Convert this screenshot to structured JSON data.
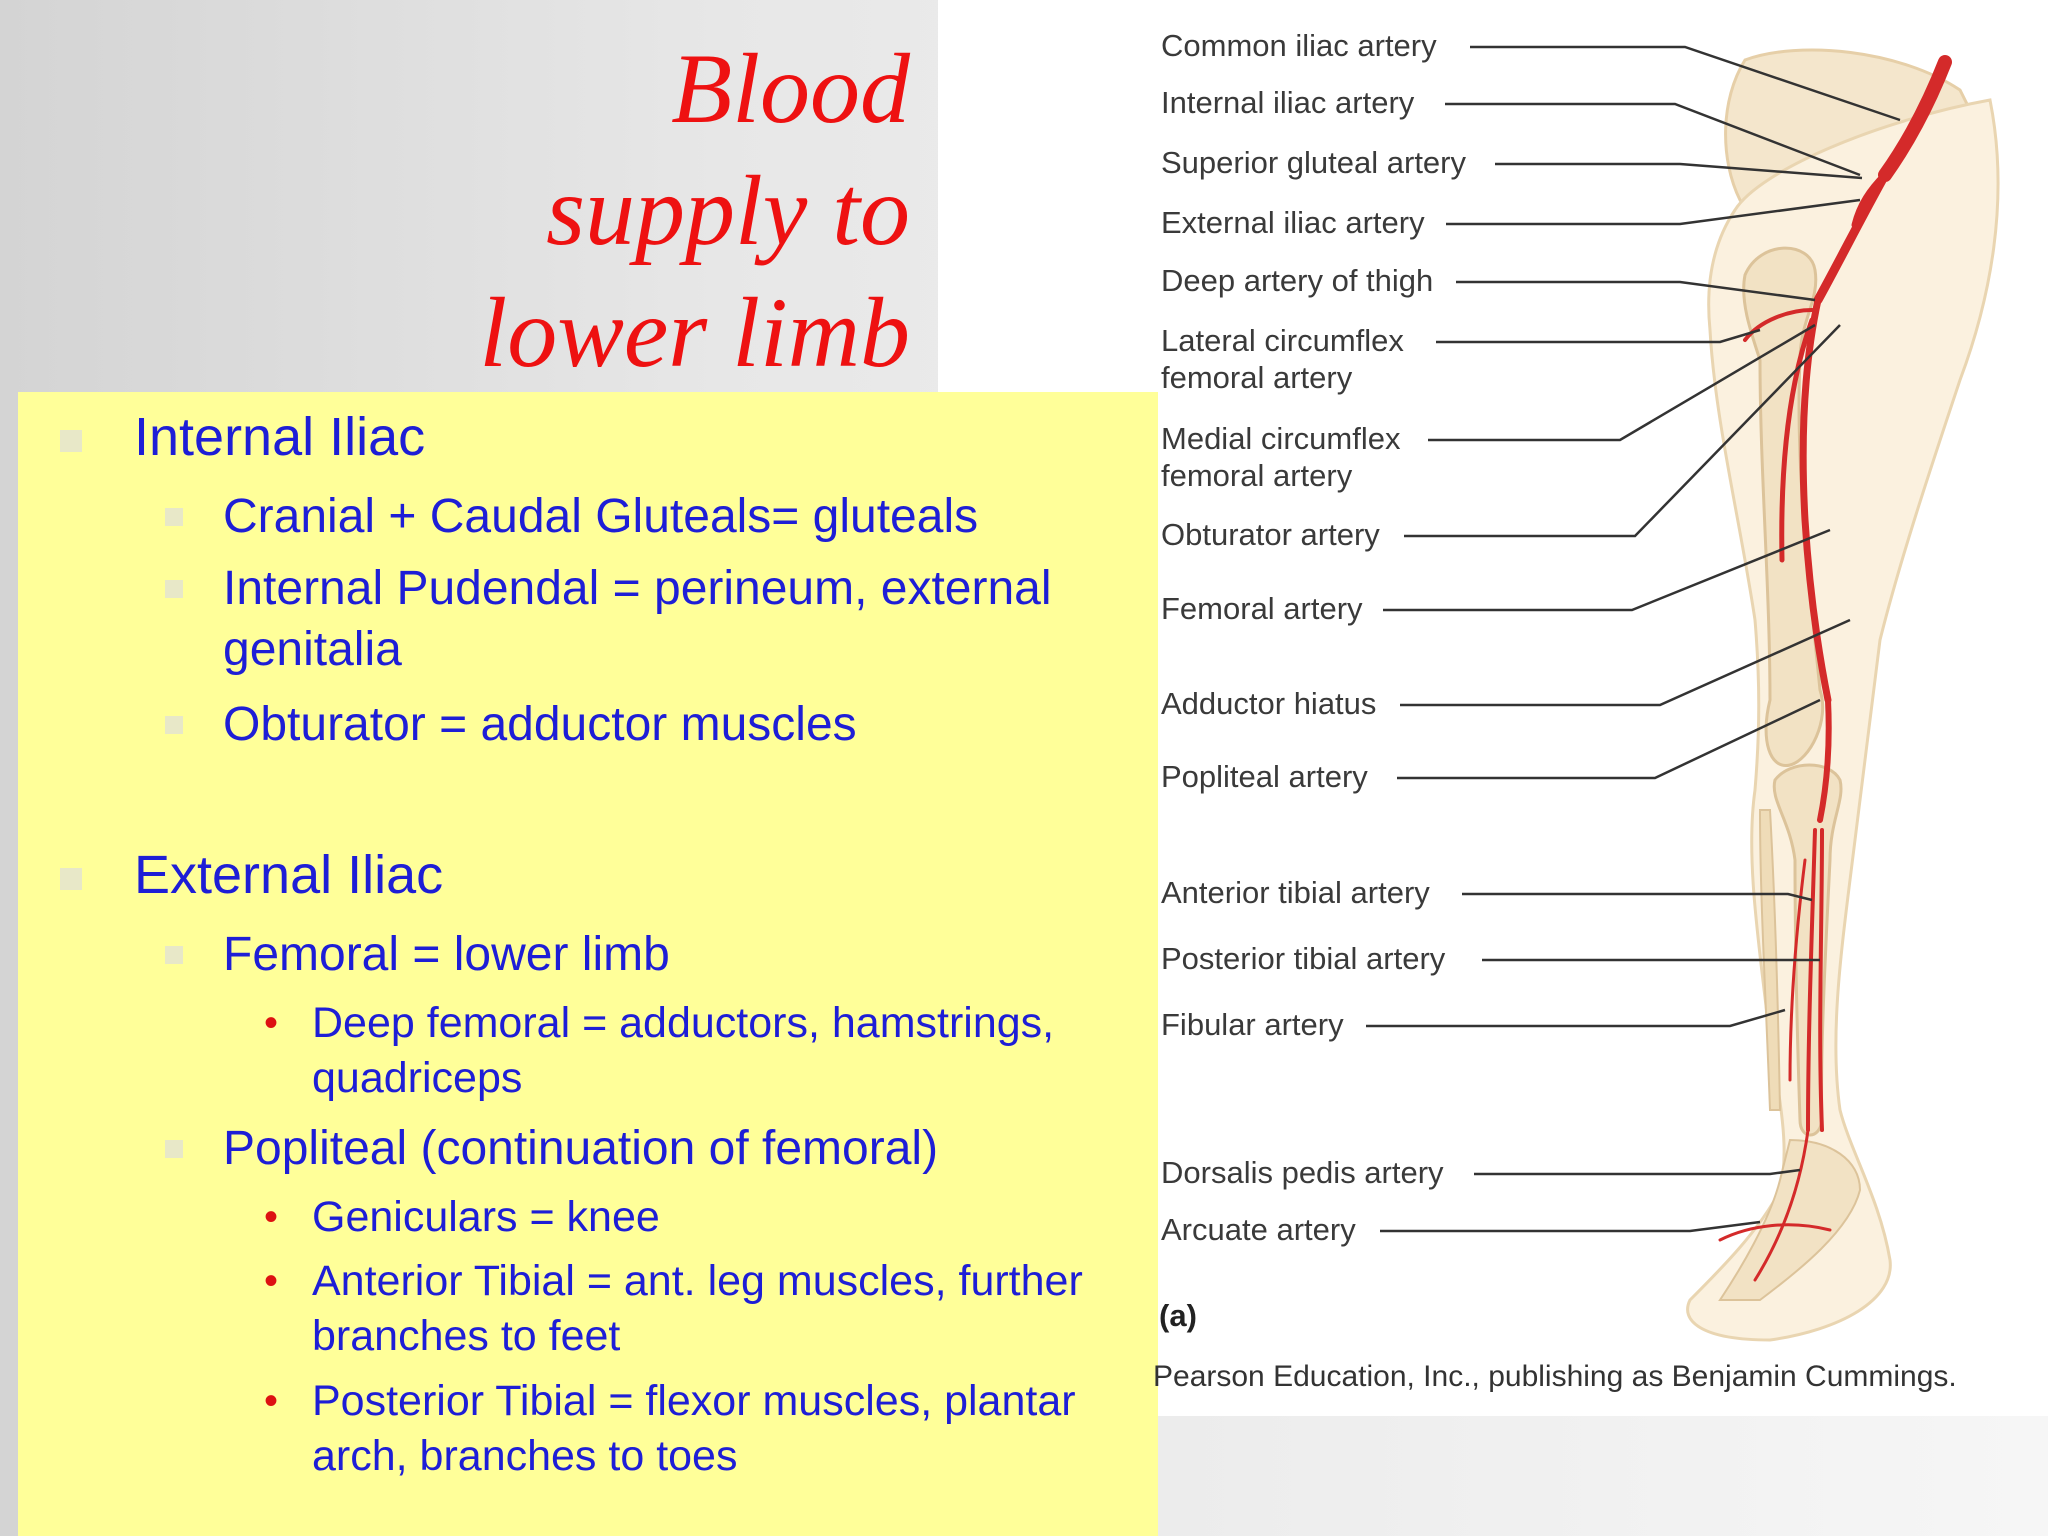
{
  "title": {
    "line1": "Blood",
    "line2": "supply to",
    "line3": "lower limb"
  },
  "content": {
    "internal_iliac": "Internal Iliac",
    "gluteals": "Cranial + Caudal Gluteals= gluteals",
    "pudendal": "Internal Pudendal = perineum, external genitalia",
    "obturator": "Obturator = adductor muscles",
    "external_iliac": "External Iliac",
    "femoral": "Femoral = lower limb",
    "deep_femoral": "Deep femoral = adductors, hamstrings, quadriceps",
    "popliteal": "Popliteal (continuation of femoral)",
    "geniculars": "Geniculars = knee",
    "anterior_tibial": "Anterior Tibial = ant. leg muscles, further branches to feet",
    "posterior_tibial": "Posterior Tibial = flexor muscles, plantar arch, branches to toes"
  },
  "figure": {
    "labels": [
      "Common iliac artery",
      "Internal iliac artery",
      "Superior gluteal artery",
      "External iliac artery",
      "Deep artery of thigh",
      "Lateral circumflex",
      "femoral artery",
      "Medial circumflex",
      "femoral artery",
      "Obturator artery",
      "Femoral artery",
      "Adductor hiatus",
      "Popliteal artery",
      "Anterior tibial artery",
      "Posterior tibial artery",
      "Fibular artery",
      "Dorsalis pedis artery",
      "Arcuate artery"
    ],
    "tag": "(a)",
    "credit": "Pearson Education, Inc., publishing as Benjamin Cummings."
  },
  "colors": {
    "title": "#ee1111",
    "bullet_text": "#1e1ed6",
    "content_box": "#ffff99",
    "artery": "#d42a2a",
    "bone": "#f2e2c4"
  }
}
